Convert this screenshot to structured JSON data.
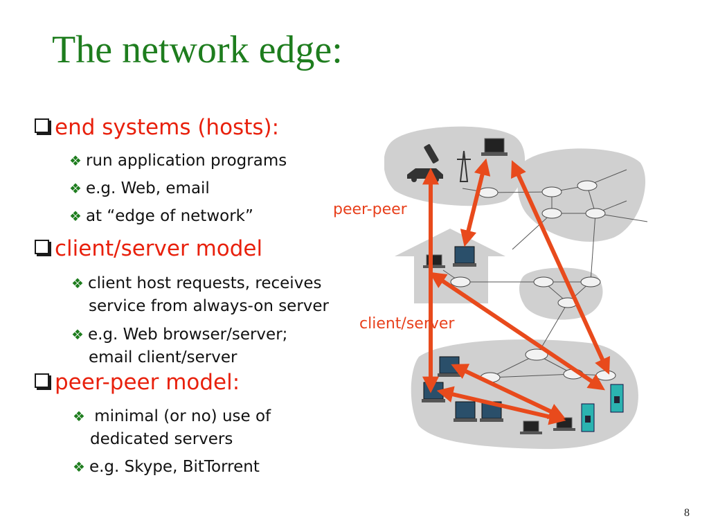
{
  "title": "The network edge:",
  "sections": [
    {
      "heading": "end systems (hosts):",
      "bullets": [
        "run application programs",
        "e.g. Web, email",
        "at “edge of network”"
      ]
    },
    {
      "heading": "client/server model",
      "bullets": [
        {
          "line1": "client host requests, receives",
          "line2": "service from always-on server"
        },
        {
          "line1": "e.g. Web browser/server;",
          "line2": "email client/server"
        }
      ]
    },
    {
      "heading": "peer-peer model:",
      "bullets": [
        {
          "line1": " minimal (or no) use of",
          "line2": "dedicated servers"
        },
        "e.g. Skype,  BitTorrent"
      ]
    }
  ],
  "diagram": {
    "label_peer": "peer-peer",
    "label_client": "client/server",
    "arrow_color": "#e84a1c",
    "cloud_color": "#d0d0d0"
  },
  "page_number": "8"
}
